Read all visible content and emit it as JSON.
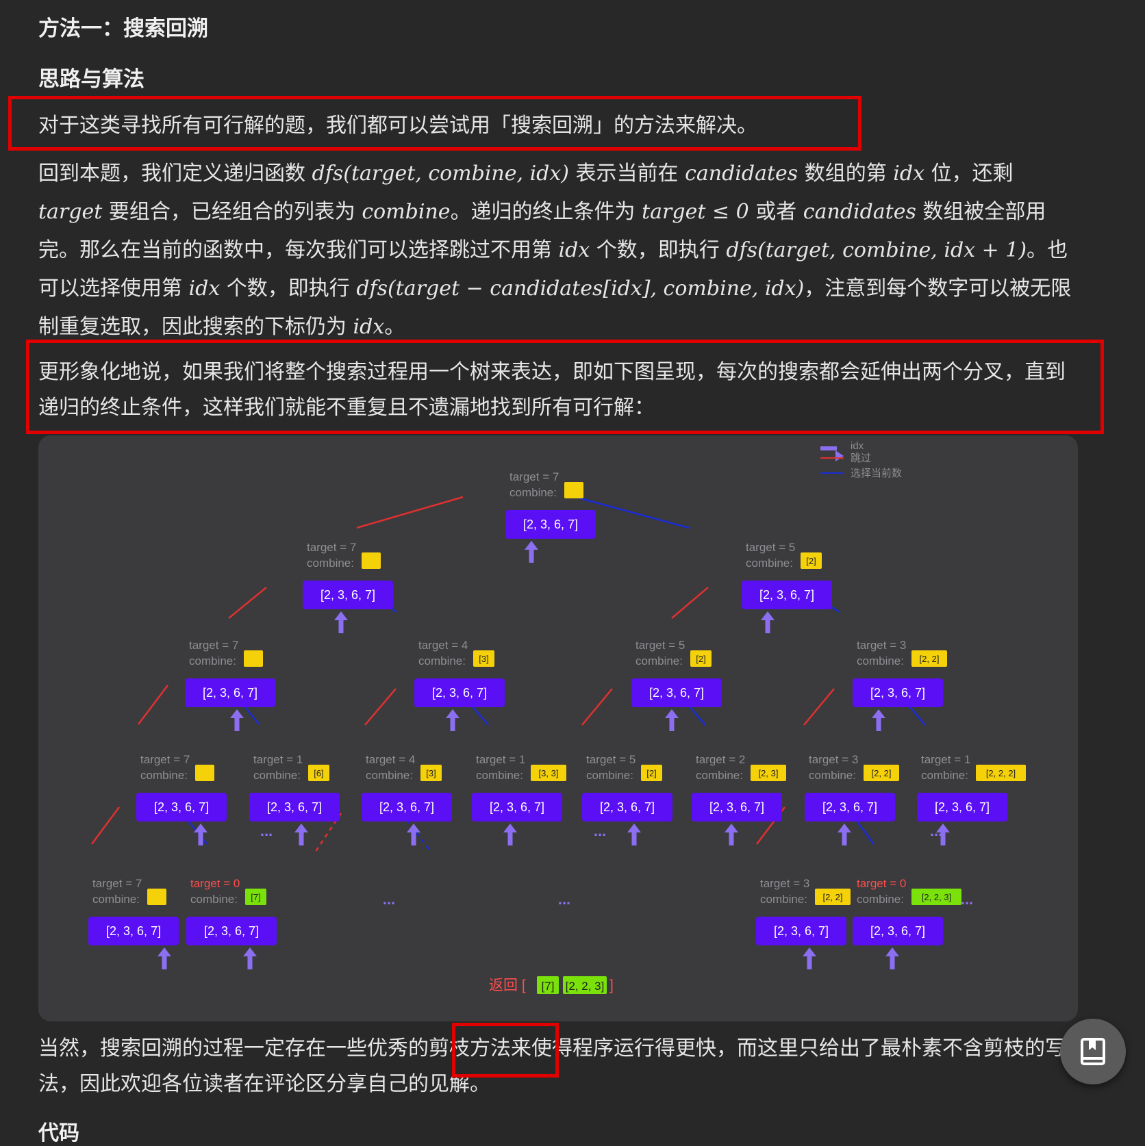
{
  "heading": "方法一：搜索回溯",
  "subheading": "思路与算法",
  "para1": "对于这类寻找所有可行解的题，我们都可以尝试用「搜索回溯」的方法来解决。",
  "para2": {
    "t1": "回到本题，我们定义递归函数 ",
    "f1": "dfs(target, combine, idx)",
    "t2": " 表示当前在 ",
    "v_candidates": "candidates",
    "t3": " 数组的第 ",
    "v_idx": "idx",
    "t4": " 位，还剩 ",
    "v_target": "target",
    "t5": " 要组合，已经组合的列表为 ",
    "v_combine": "combine",
    "t6": "。递归的终止条件为 ",
    "cond": "target ≤ 0",
    "t7": " 或者 ",
    "t8": " 数组被全部用完。那么在当前的函数中，每次我们可以选择跳过不用第 ",
    "t9": " 个数，即执行 ",
    "f2": "dfs(target, combine, idx + 1)",
    "t10": "。也可以选择使用第 ",
    "t11": " 个数，即执行 ",
    "f3": "dfs(target − candidates[idx], combine, idx)",
    "t12": "，注意到每个数字可以被无限制重复选取，因此搜索的下标仍为 ",
    "t13": "。"
  },
  "para3": "更形象化地说，如果我们将整个搜索过程用一个树来表达，即如下图呈现，每次的搜索都会延伸出两个分叉，直到递归的终止条件，这样我们就能不重复且不遗漏地找到所有可行解：",
  "para4": "当然，搜索回溯的过程一定存在一些优秀的剪枝方法来使得程序运行得更快，而这里只给出了最朴素不含剪枝的写法，因此欢迎各位读者在评论区分享自己的见解。",
  "next_heading": "代码",
  "diagram": {
    "array_label": "[2, 3, 6, 7]",
    "combine_label": "combine:",
    "ellipsis": "...",
    "legend": [
      {
        "label": "idx",
        "kind": "arrow",
        "color": "#8b6ff0"
      },
      {
        "label": "跳过",
        "kind": "line",
        "color": "#e03030"
      },
      {
        "label": "选择当前数",
        "kind": "line",
        "color": "#1a2bd6"
      }
    ],
    "nodes": [
      {
        "target": "target = 7",
        "combine": ""
      },
      {
        "target": "target = 7",
        "combine": ""
      },
      {
        "target": "target = 5",
        "combine": "[2]"
      },
      {
        "target": "target = 7",
        "combine": ""
      },
      {
        "target": "target = 4",
        "combine": "[3]"
      },
      {
        "target": "target = 5",
        "combine": "[2]"
      },
      {
        "target": "target = 3",
        "combine": "[2, 2]"
      },
      {
        "target": "target = 7",
        "combine": ""
      },
      {
        "target": "target = 1",
        "combine": "[6]"
      },
      {
        "target": "target = 4",
        "combine": "[3]"
      },
      {
        "target": "target = 1",
        "combine": "[3, 3]"
      },
      {
        "target": "target = 5",
        "combine": "[2]"
      },
      {
        "target": "target = 2",
        "combine": "[2, 3]"
      },
      {
        "target": "target = 3",
        "combine": "[2, 2]"
      },
      {
        "target": "target = 1",
        "combine": "[2, 2, 2]"
      },
      {
        "target": "target = 7",
        "combine": ""
      },
      {
        "target": "target = 0",
        "combine": "[7]"
      },
      {
        "target": "target = 3",
        "combine": "[2, 2]"
      },
      {
        "target": "target = 0",
        "combine": "[2, 2, 3]"
      }
    ],
    "result_label": "返回 [",
    "result_close": "]",
    "results": [
      "[7]",
      "[2, 2, 3]"
    ],
    "colors": {
      "node_fill": "#5a0ff5",
      "arrow": "#8b6ff0",
      "skip": "#e03030",
      "choose": "#1a2bd6",
      "combine_yellow": "#f5d10a",
      "combine_green": "#7ae20a",
      "target_gray": "#8e8e93",
      "target_red": "#ff4d4d"
    }
  },
  "fab_icon": "book-bookmark-icon"
}
